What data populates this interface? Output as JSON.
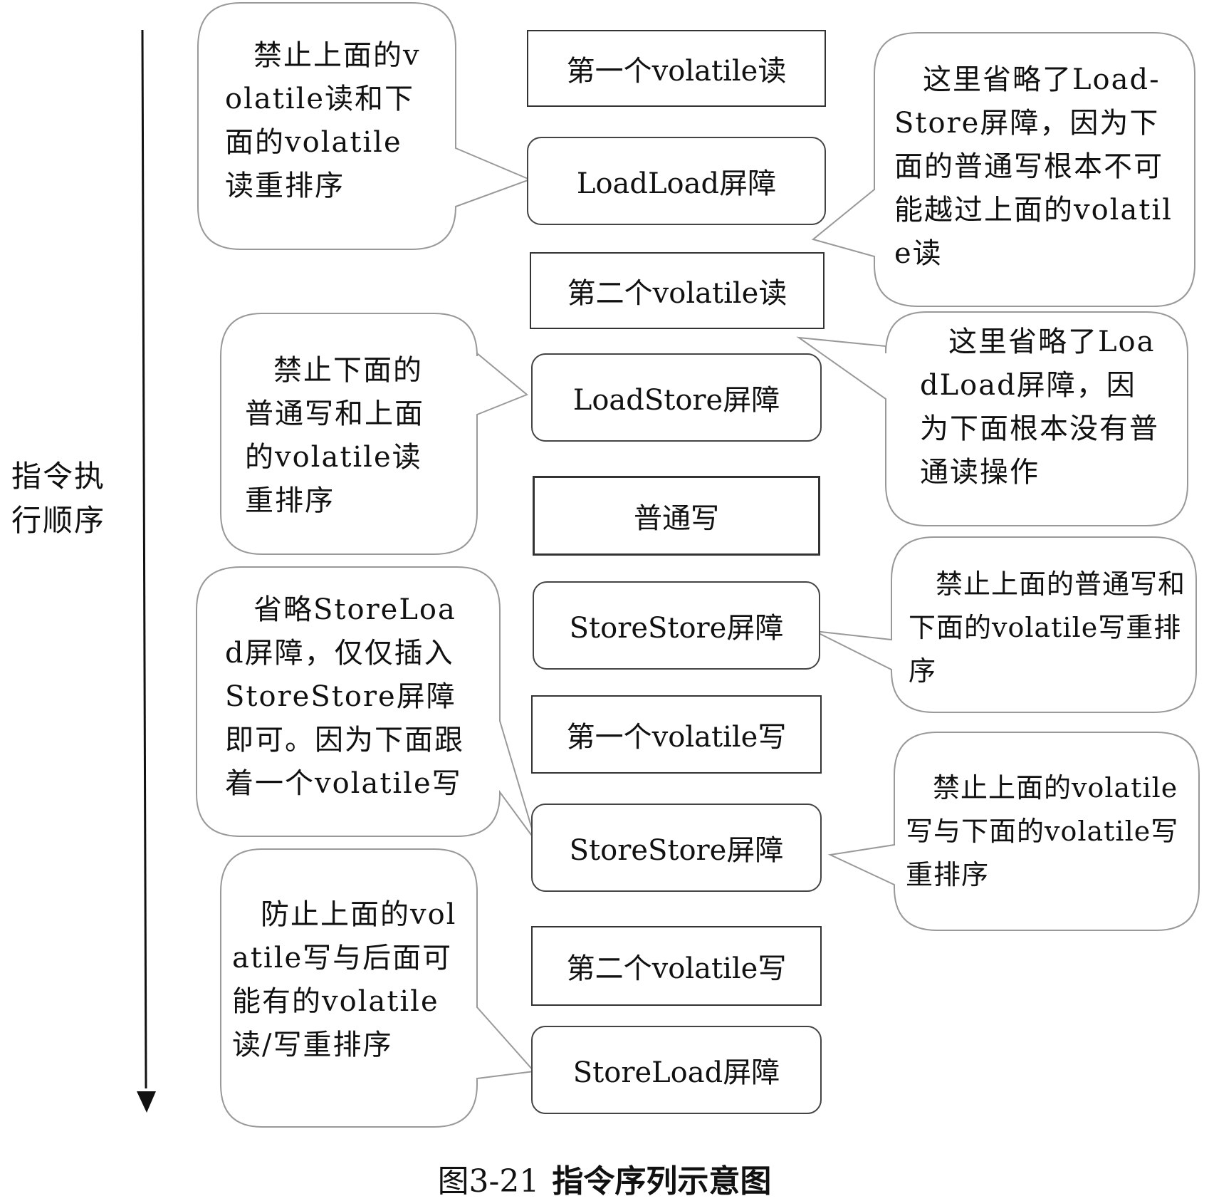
{
  "axis": {
    "label": "指令执行顺序"
  },
  "sequence": [
    {
      "id": "s1",
      "text": "第一个volatile读",
      "kind": "normal"
    },
    {
      "id": "s2",
      "text": "LoadLoad屏障",
      "kind": "barrier"
    },
    {
      "id": "s3",
      "text": "第二个volatile读",
      "kind": "normal"
    },
    {
      "id": "s4",
      "text": "LoadStore屏障",
      "kind": "barrier"
    },
    {
      "id": "s5",
      "text": "普通写",
      "kind": "normal"
    },
    {
      "id": "s6",
      "text": "StoreStore屏障",
      "kind": "barrier"
    },
    {
      "id": "s7",
      "text": "第一个volatile写",
      "kind": "normal"
    },
    {
      "id": "s8",
      "text": "StoreStore屏障",
      "kind": "barrier"
    },
    {
      "id": "s9",
      "text": "第二个volatile写",
      "kind": "normal"
    },
    {
      "id": "s10",
      "text": "StoreLoad屏障",
      "kind": "barrier"
    }
  ],
  "callouts": [
    {
      "id": "c1",
      "text": "禁止上面的volatile读和下面的volatile读重排序",
      "target": "s2"
    },
    {
      "id": "c2",
      "text": "这里省略了Load-Store屏障，因为下面的普通写根本不可能越过上面的volatile读",
      "target": "s2"
    },
    {
      "id": "c3",
      "text": "禁止下面的普通写和上面的volatile读重排序",
      "target": "s4"
    },
    {
      "id": "c4",
      "text": "这里省略了LoadLoad屏障，因为下面根本没有普通读操作",
      "target": "s3"
    },
    {
      "id": "c5",
      "text": "省略StoreLoad屏障，仅仅插入StoreStore屏障即可。因为下面跟着一个volatile写",
      "target": "s8"
    },
    {
      "id": "c6",
      "text": "禁止上面的普通写和下面的volatile写重排序",
      "target": "s6"
    },
    {
      "id": "c7",
      "text": "禁止上面的volatile写与下面的volatile写重排序",
      "target": "s8"
    },
    {
      "id": "c8",
      "text": "防止上面的volatile写与后面可能有的volatile读/写重排序",
      "target": "s10"
    }
  ],
  "caption": {
    "number": "图3-21",
    "title": "指令序列示意图"
  },
  "colors": {
    "stroke": "#444444",
    "callout_stroke": "#999999",
    "arrow": "#111111"
  }
}
